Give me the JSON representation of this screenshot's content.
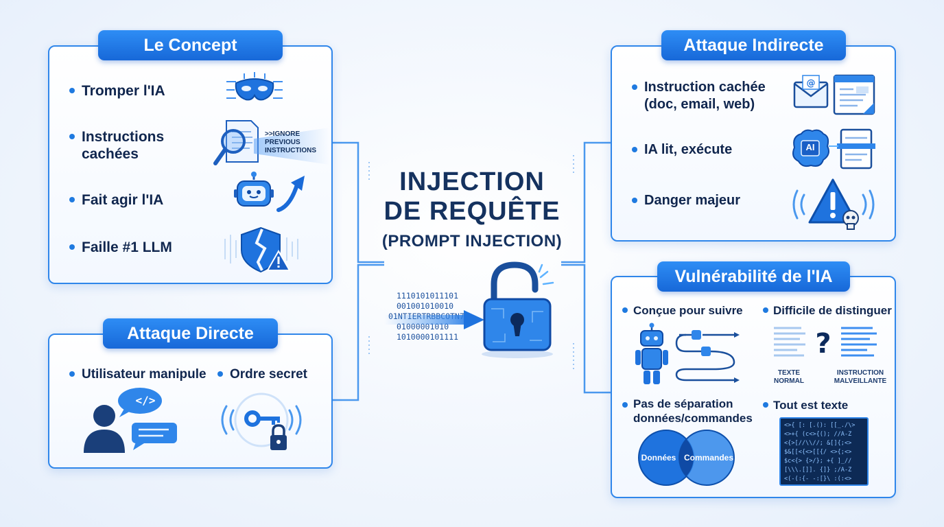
{
  "center": {
    "title_line1": "INJECTION",
    "title_line2": "DE REQUÊTE",
    "subtitle": "(PROMPT INJECTION)",
    "binary": [
      "1110101011101",
      "001001010010",
      "01NTIERTRBBCOTN7)",
      "01000001010",
      "1010000101111"
    ]
  },
  "concept": {
    "header": "Le Concept",
    "items": [
      "Tromper l'IA",
      "Instructions\ncachées",
      "Fait agir l'IA",
      "Faille #1 LLM"
    ],
    "ignore_text": ">>IGNORE\nPREVIOUS\nINSTRUCTIONS"
  },
  "directe": {
    "header": "Attaque Directe",
    "items": [
      "Utilisateur manipule",
      "Ordre secret"
    ],
    "code_glyph": "</>"
  },
  "indirecte": {
    "header": "Attaque Indirecte",
    "items": [
      "Instruction cachée\n(doc, email, web)",
      "IA lit, exécute",
      "Danger majeur"
    ],
    "ai_label": "AI"
  },
  "vulnerabilite": {
    "header": "Vulnérabilité de l'IA",
    "items": [
      "Conçue pour suivre",
      "Difficile de distinguer",
      "Pas de séparation\ndonnées/commandes",
      "Tout est texte"
    ],
    "texte_normal": "TEXTE\nNORMAL",
    "instruction_malveillante": "INSTRUCTION\nMALVEILLANTE",
    "venn_left": "Données",
    "venn_right": "Commandes",
    "code_lines": [
      "<>{ [: [.(): [[_./\\>",
      "<>+{ (c<>{(); //A-Z",
      "<{>[//\\\\//; &[]{;<>",
      "$&[[<{<>[[{/ <>{;<>",
      "$c<{> {>/}; +{ ]_//",
      "[\\\\\\.[]]. {]} ;/A-Z",
      "<(-(:{- -:[}\\ :(:<>"
    ]
  },
  "colors": {
    "accent": "#1f7ae0",
    "panel_border": "#2f86ea",
    "title_text": "#15325f"
  }
}
